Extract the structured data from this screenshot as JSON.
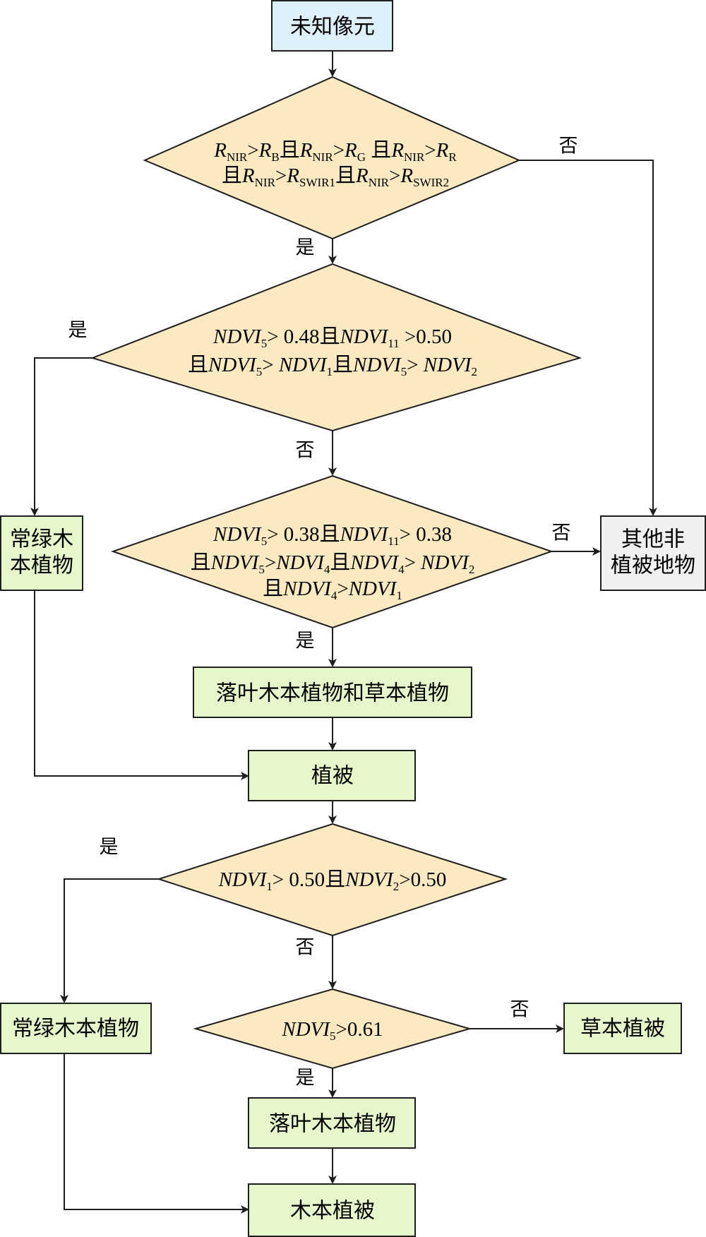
{
  "colors": {
    "start_fill": "#def1fa",
    "decision_fill": "#fbe9c2",
    "result_fill": "#e6f8cb",
    "other_fill": "#eef0f2",
    "stroke": "#1e1e1e"
  },
  "nodes": {
    "start": "未知像元",
    "other_nonveg": [
      "其他非",
      "植被地物"
    ],
    "evergreen1": [
      "常绿木",
      "本植物"
    ],
    "deciduous_herb": "落叶木本植物和草本植物",
    "vegetation": "植被",
    "evergreen2": "常绿木本植物",
    "herb_veg": "草本植被",
    "deciduous": "落叶木本植物",
    "woody_veg": "木本植被"
  },
  "labels": {
    "yes": "是",
    "no": "否"
  },
  "conditions": {
    "d1": {
      "line1": [
        [
          "R",
          "NIR"
        ],
        ">",
        [
          "R",
          "B"
        ],
        "且",
        [
          "R",
          "NIR"
        ],
        ">",
        [
          "R",
          "G"
        ],
        " 且",
        [
          "R",
          "NIR"
        ],
        ">",
        [
          "R",
          "R"
        ]
      ],
      "line2": [
        "且",
        [
          "R",
          "NIR"
        ],
        ">",
        [
          "R",
          "SWIR1"
        ],
        "且",
        [
          "R",
          "NIR"
        ],
        ">",
        [
          "R",
          "SWIR2"
        ]
      ]
    },
    "d2": {
      "line1": [
        [
          "NDVI",
          "5"
        ],
        "> 0.48且",
        [
          "NDVI",
          "11"
        ],
        " >0.50"
      ],
      "line2": [
        "且",
        [
          "NDVI",
          "5"
        ],
        "> ",
        [
          "NDVI",
          "1"
        ],
        "且",
        [
          "NDVI",
          "5"
        ],
        "> ",
        [
          "NDVI",
          "2"
        ]
      ]
    },
    "d3": {
      "line1": [
        [
          "NDVI",
          "5"
        ],
        "> 0.38且",
        [
          "NDVI",
          "11"
        ],
        "> 0.38"
      ],
      "line2": [
        "且",
        [
          "NDVI",
          "5"
        ],
        ">",
        [
          "NDVI",
          "4"
        ],
        "且",
        [
          "NDVI",
          "4"
        ],
        "> ",
        [
          "NDVI",
          "2"
        ]
      ],
      "line3": [
        "且",
        [
          "NDVI",
          "4"
        ],
        ">",
        [
          "NDVI",
          "1"
        ]
      ]
    },
    "d4": {
      "line1": [
        [
          "NDVI",
          "1"
        ],
        "> 0.50且",
        [
          "NDVI",
          "2"
        ],
        ">0.50"
      ]
    },
    "d5": {
      "line1": [
        [
          "NDVI",
          "5"
        ],
        ">0.61"
      ]
    }
  }
}
